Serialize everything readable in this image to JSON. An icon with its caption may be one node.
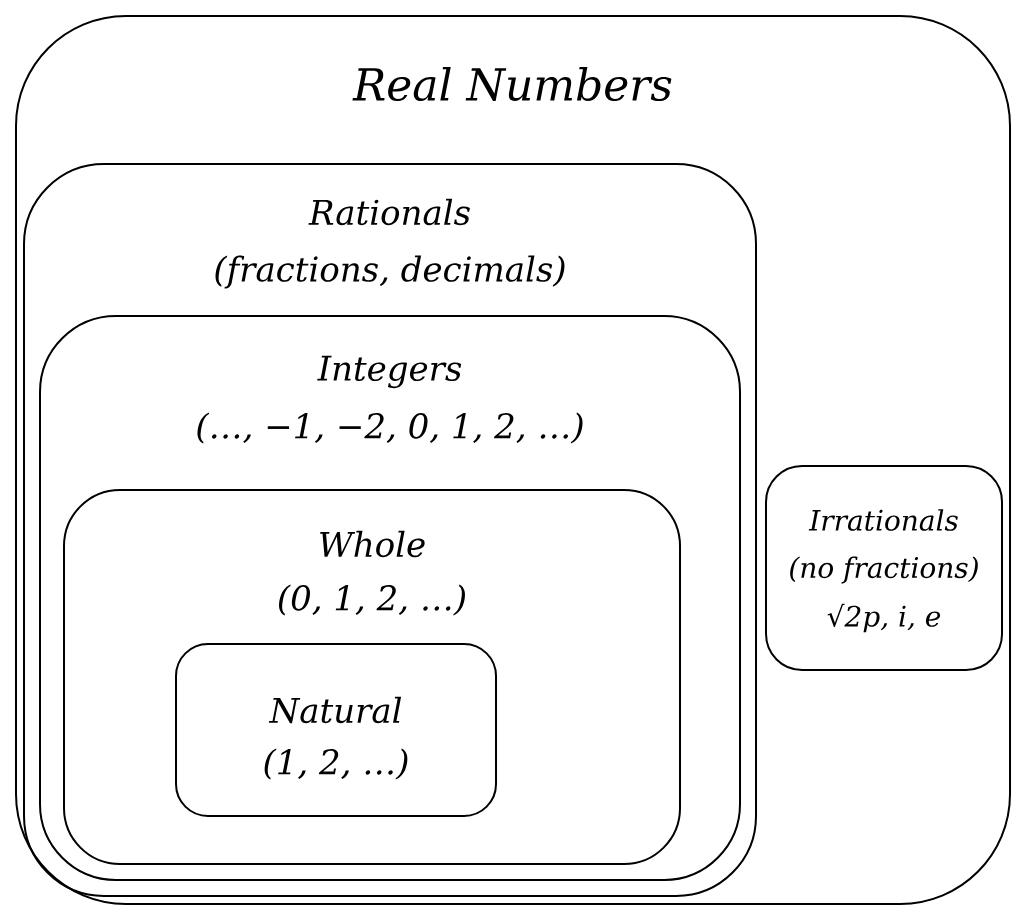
{
  "diagram": {
    "nodes": [
      {
        "text": [
          "Real Numbers"
        ]
      },
      {
        "text": [
          "Rationals",
          "(fractions, decimals)"
        ],
        "in": 0
      },
      {
        "text": [
          "Integers",
          "(…, −1, −2, 0, 1, 2, …)"
        ],
        "in": 1
      },
      {
        "text": [
          "Whole",
          "(0, 1, 2, …)"
        ],
        "in": 2
      },
      {
        "text": [
          "Natural",
          "(1, 2, …)"
        ],
        "in": 3
      },
      {
        "text": [
          "Irrationals",
          "(no fractions)",
          "√2p, i, e"
        ],
        "in": 0
      }
    ]
  }
}
